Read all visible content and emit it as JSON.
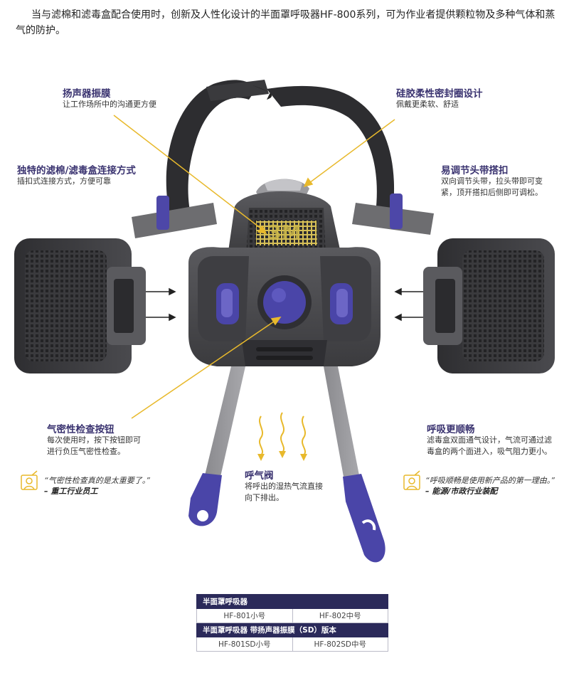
{
  "intro": "当与滤棉和滤毒盒配合使用时，创新及人性化设计的半面罩呼吸器HF-800系列，可为作业者提供颗粒物及多种气体和蒸气的防护。",
  "logo_text": "3M",
  "colors": {
    "accent": "#3a3370",
    "arrow": "#e8b92c",
    "valve": "#4a45a8",
    "mask": "#4b4b4f",
    "table_header": "#2b2a5a"
  },
  "callouts": {
    "speaker": {
      "title": "扬声器振膜",
      "desc": "让工作场所中的沟通更方便"
    },
    "silicone": {
      "title": "硅胶柔性密封圈设计",
      "desc": "佩戴更柔软、舒适"
    },
    "connection": {
      "title": "独特的滤棉/滤毒盒连接方式",
      "desc": "插扣式连接方式，方便可靠"
    },
    "buckle": {
      "title": "易调节头带搭扣",
      "desc": "双向调节头带，拉头带即可变紧，顶开搭扣后侧即可调松。"
    },
    "seal_check": {
      "title": "气密性检查按钮",
      "desc": "每次使用时，按下按钮即可进行负压气密性检查。"
    },
    "breathing": {
      "title": "呼吸更顺畅",
      "desc": "滤毒盒双面通气设计，气流可通过滤毒盒的两个面进入，吸气阻力更小。"
    },
    "exhale": {
      "title": "呼气阀",
      "desc": "将呼出的湿热气流直接向下排出。"
    }
  },
  "quotes": {
    "left": {
      "text": "“气密性检查真的是太重要了。”",
      "source": "– 重工行业员工"
    },
    "right": {
      "text": "“呼吸顺畅是使用新产品的第一理由。”",
      "source": "– 能源/市政行业装配"
    }
  },
  "table": {
    "section1": "半面罩呼吸器",
    "row1": [
      "HF-801小号",
      "HF-802中号"
    ],
    "section2": "半面罩呼吸器 带扬声器振膜（SD）版本",
    "row2": [
      "HF-801SD小号",
      "HF-802SD中号"
    ]
  }
}
